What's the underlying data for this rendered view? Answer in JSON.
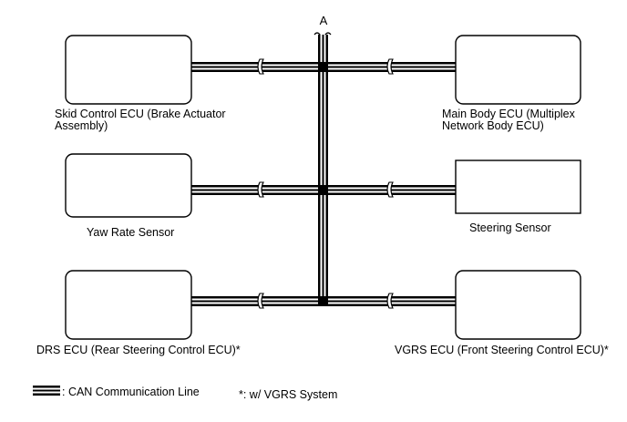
{
  "connector_label": "A",
  "ecus": [
    {
      "id": "skid-control-ecu",
      "lines": [
        "Skid Control ECU (Brake Actuator",
        "Assembly)"
      ]
    },
    {
      "id": "main-body-ecu",
      "lines": [
        "Main Body ECU (Multiplex",
        "Network Body ECU)"
      ]
    },
    {
      "id": "yaw-rate-sensor",
      "lines": [
        "Yaw Rate Sensor"
      ]
    },
    {
      "id": "steering-sensor",
      "lines": [
        "Steering Sensor"
      ]
    },
    {
      "id": "drs-ecu",
      "lines": [
        "DRS ECU (Rear Steering Control ECU)*"
      ]
    },
    {
      "id": "vgrs-ecu",
      "lines": [
        "VGRS ECU (Front Steering Control ECU)*"
      ]
    }
  ],
  "legend": {
    "line_label": ": CAN Communication Line",
    "footnote": "*: w/ VGRS System"
  },
  "colors": {
    "line": "#000000",
    "background": "#ffffff"
  }
}
